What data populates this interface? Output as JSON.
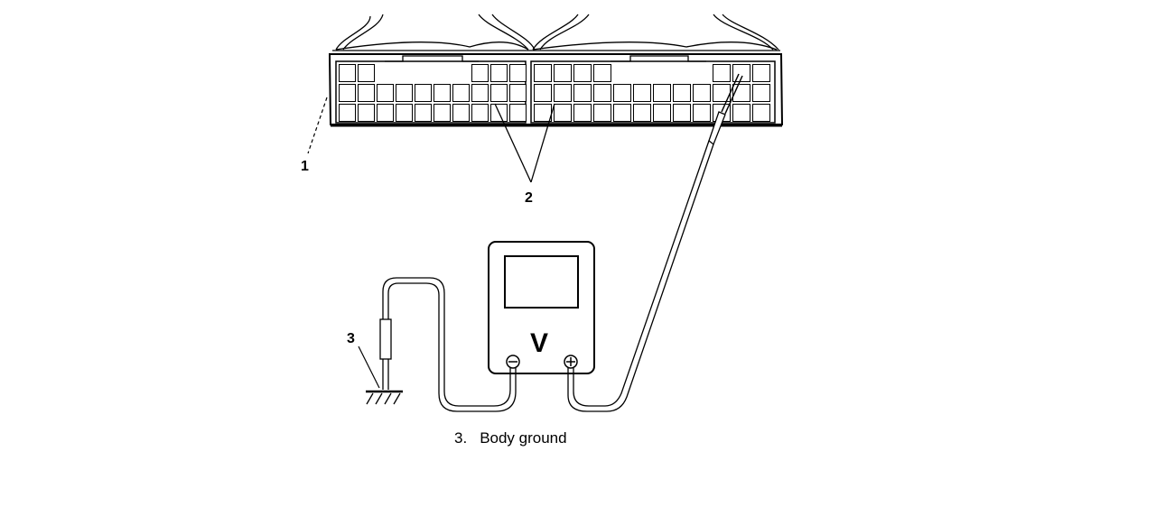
{
  "callouts": {
    "connector": "1",
    "terminals": "2",
    "ground": "3"
  },
  "meter": {
    "symbol": "V",
    "negative_terminal": "⊖",
    "positive_terminal": "⊕"
  },
  "caption": {
    "number": "3.",
    "text": "Body ground"
  }
}
